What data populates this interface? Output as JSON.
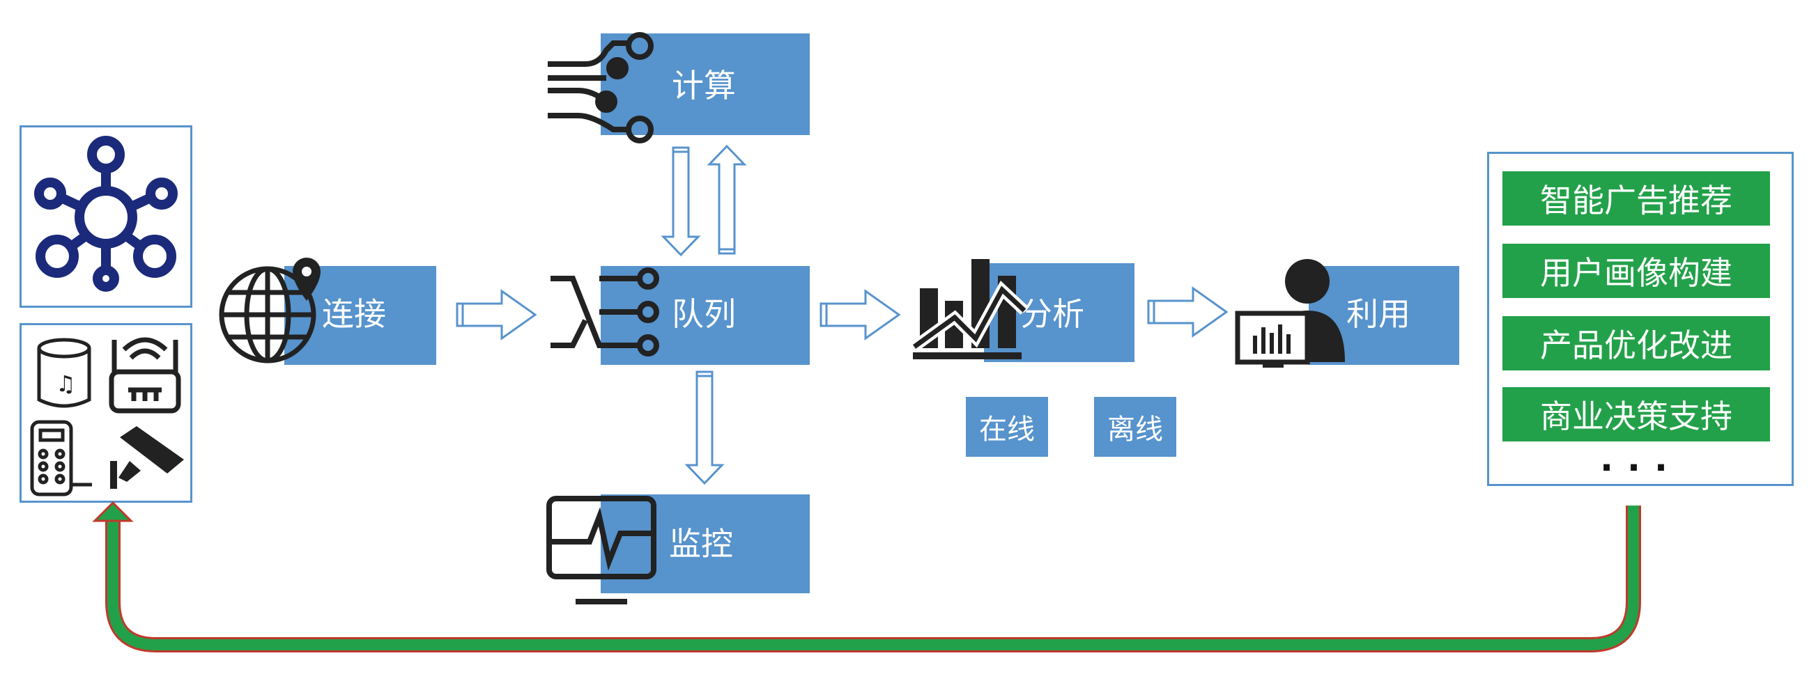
{
  "nodes": {
    "connect": "连接",
    "queue": "队列",
    "compute": "计算",
    "monitor": "监控",
    "analyze": "分析",
    "use": "利用"
  },
  "analysis_modes": [
    "在线",
    "离线"
  ],
  "applications": [
    "智能广告推荐",
    "用户画像构建",
    "产品优化改进",
    "商业决策支持"
  ],
  "more": "...",
  "icons": {
    "hub": "network-hub-icon",
    "speaker": "smart-speaker-icon",
    "router": "wifi-router-icon",
    "lock": "smart-lock-icon",
    "camera": "security-camera-icon",
    "globe": "globe-location-icon",
    "circuit": "circuit-icon",
    "switch": "switch-icon",
    "monitor": "monitor-icon",
    "chart": "bar-chart-icon",
    "user": "user-computer-icon"
  },
  "colors": {
    "box": "#5793cc",
    "green": "#23a14a",
    "icon": "#222222",
    "hub": "#1b2a7a",
    "feedback": "#c0392b"
  }
}
